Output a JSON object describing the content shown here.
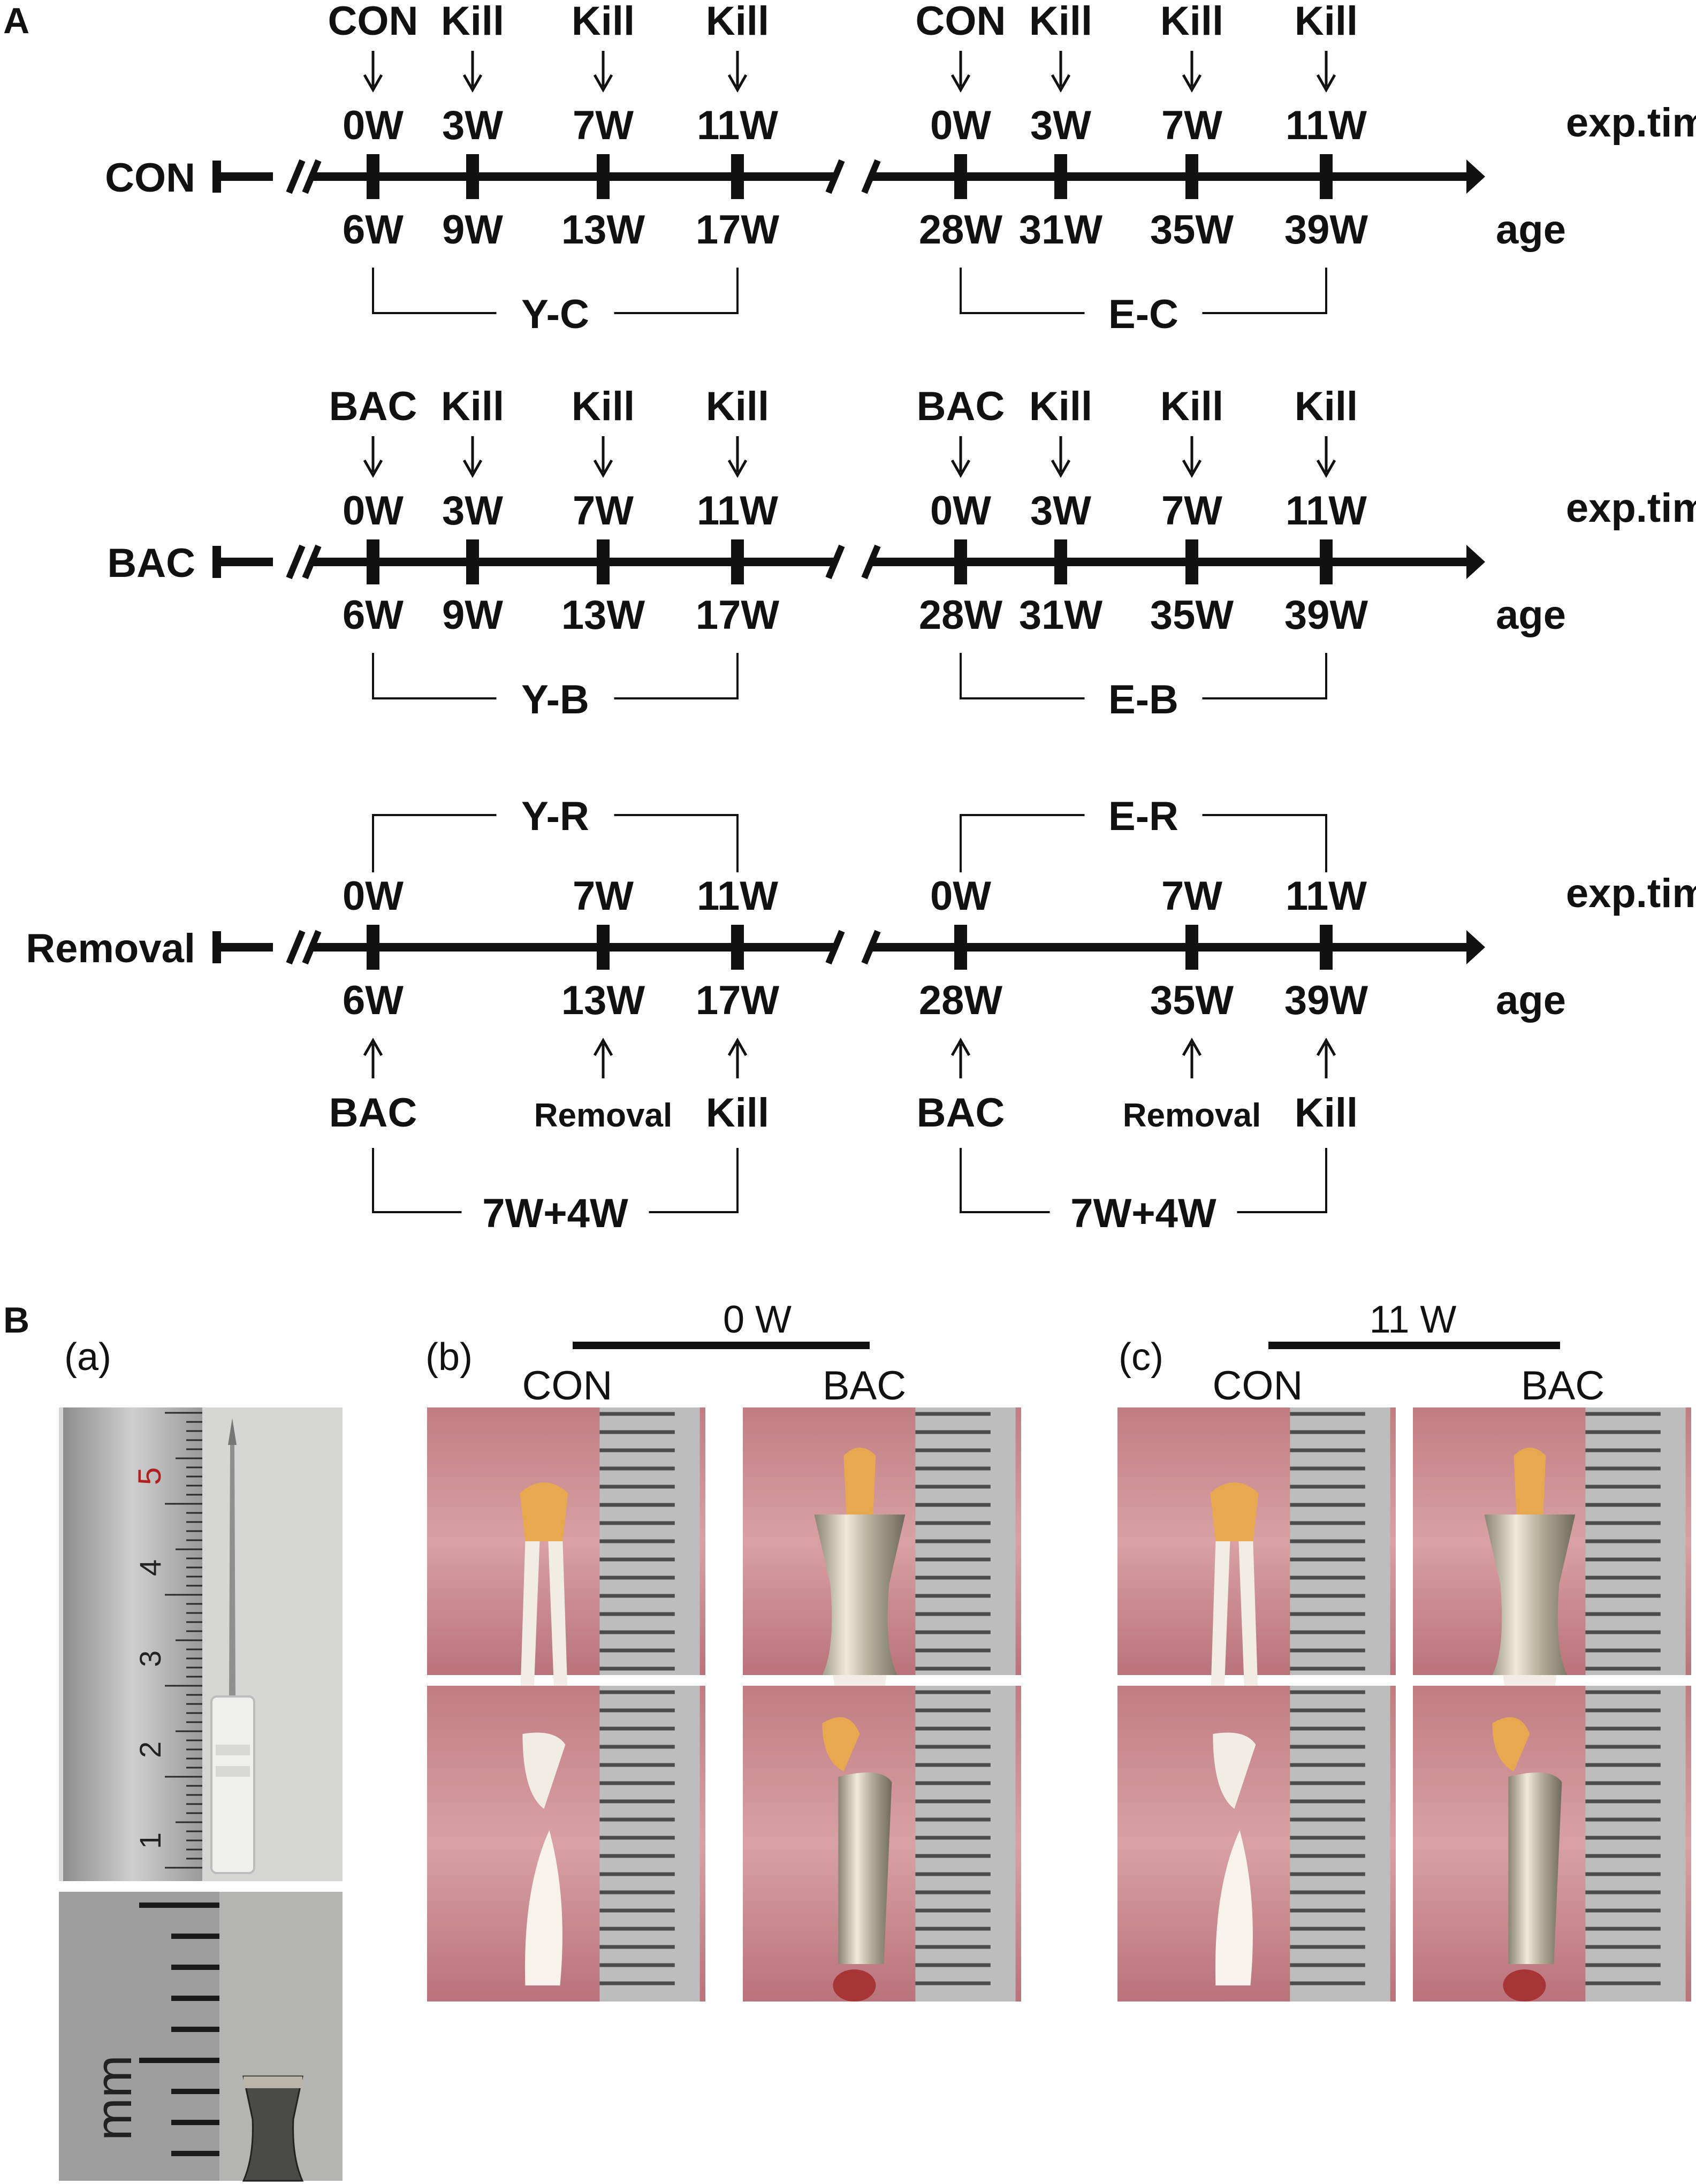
{
  "panel_labels": {
    "A": "A",
    "B": "B"
  },
  "timelines": [
    {
      "row_label": "CON",
      "layout": "top",
      "segments": [
        {
          "events": [
            {
              "top": "CON",
              "exp": "0W",
              "age": "6W"
            },
            {
              "top": "Kill",
              "exp": "3W",
              "age": "9W"
            },
            {
              "top": "Kill",
              "exp": "7W",
              "age": "13W"
            },
            {
              "top": "Kill",
              "exp": "11W",
              "age": "17W"
            }
          ],
          "group": "Y-C"
        },
        {
          "events": [
            {
              "top": "CON",
              "exp": "0W",
              "age": "28W"
            },
            {
              "top": "Kill",
              "exp": "3W",
              "age": "31W"
            },
            {
              "top": "Kill",
              "exp": "7W",
              "age": "35W"
            },
            {
              "top": "Kill",
              "exp": "11W",
              "age": "39W"
            }
          ],
          "group": "E-C"
        }
      ],
      "exp_label": "exp.time",
      "age_label": "age"
    },
    {
      "row_label": "BAC",
      "layout": "top",
      "segments": [
        {
          "events": [
            {
              "top": "BAC",
              "exp": "0W",
              "age": "6W"
            },
            {
              "top": "Kill",
              "exp": "3W",
              "age": "9W"
            },
            {
              "top": "Kill",
              "exp": "7W",
              "age": "13W"
            },
            {
              "top": "Kill",
              "exp": "11W",
              "age": "17W"
            }
          ],
          "group": "Y-B"
        },
        {
          "events": [
            {
              "top": "BAC",
              "exp": "0W",
              "age": "28W"
            },
            {
              "top": "Kill",
              "exp": "3W",
              "age": "31W"
            },
            {
              "top": "Kill",
              "exp": "7W",
              "age": "35W"
            },
            {
              "top": "Kill",
              "exp": "11W",
              "age": "39W"
            }
          ],
          "group": "E-B"
        }
      ],
      "exp_label": "exp.time",
      "age_label": "age"
    },
    {
      "row_label": "Removal",
      "layout": "bottom",
      "segments": [
        {
          "events": [
            {
              "bottom": "BAC",
              "exp": "0W",
              "age": "6W"
            },
            {
              "bottom": "Removal",
              "exp": "7W",
              "age": "13W"
            },
            {
              "bottom": "Kill",
              "exp": "11W",
              "age": "17W"
            }
          ],
          "group": "Y-R",
          "span": "7W+4W"
        },
        {
          "events": [
            {
              "bottom": "BAC",
              "exp": "0W",
              "age": "28W"
            },
            {
              "bottom": "Removal",
              "exp": "7W",
              "age": "35W"
            },
            {
              "bottom": "Kill",
              "exp": "11W",
              "age": "39W"
            }
          ],
          "group": "E-R",
          "span": "7W+4W"
        }
      ],
      "exp_label": "exp.time",
      "age_label": "age"
    }
  ],
  "photos": {
    "a": {
      "label": "(a)",
      "ruler_numbers": [
        "5",
        "4",
        "3",
        "2",
        "1"
      ],
      "mm_label": "mm"
    },
    "b": {
      "label": "(b)",
      "time": "0 W",
      "left": "CON",
      "right": "BAC"
    },
    "c": {
      "label": "(c)",
      "time": "11 W",
      "left": "CON",
      "right": "BAC"
    }
  },
  "colors": {
    "ink": "#111111",
    "gum": "#c98c8f",
    "gum_dark": "#a9666c",
    "tooth": "#e8a850",
    "root": "#f1ece4",
    "metal": "#c9c3ae",
    "ruler": "#a8a8a8",
    "ruler_bg": "#d9d9d6",
    "blood": "#a83535"
  }
}
